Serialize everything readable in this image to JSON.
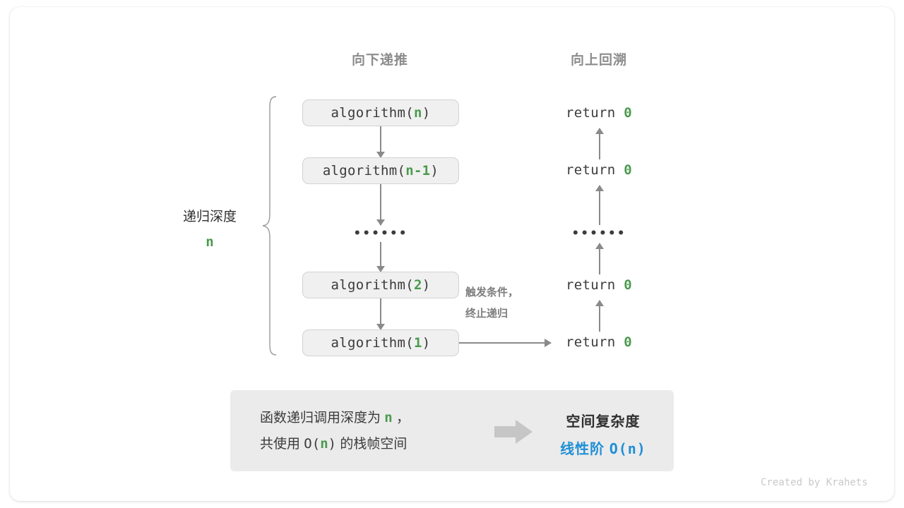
{
  "columns": {
    "down": "向下递推",
    "up": "向上回溯"
  },
  "depth": {
    "label": "递归深度",
    "value": "n"
  },
  "calls": [
    {
      "name": "algorithm(",
      "arg": "n",
      "close": ")"
    },
    {
      "name": "algorithm(",
      "arg": "n-1",
      "close": ")"
    },
    {
      "name": "algorithm(",
      "arg": "2",
      "close": ")"
    },
    {
      "name": "algorithm(",
      "arg": "1",
      "close": ")"
    }
  ],
  "returns": [
    {
      "keyword": "return",
      "value": "0"
    },
    {
      "keyword": "return",
      "value": "0"
    },
    {
      "keyword": "return",
      "value": "0"
    },
    {
      "keyword": "return",
      "value": "0"
    }
  ],
  "ellipsis": "••••••",
  "note": {
    "line1": "触发条件，",
    "line2": "终止递归"
  },
  "summary": {
    "left_line1_a": "函数递归调用深度为",
    "left_line1_n": "n",
    "left_line1_b": "，",
    "left_line2_a": "共使用",
    "left_line2_o": "O(",
    "left_line2_n": "n",
    "left_line2_c": ")",
    "left_line2_b": "的栈帧空间",
    "arrow_icon": "right-arrow-icon",
    "title": "空间复杂度",
    "value_label": "线性阶",
    "value_expr": "O(n)"
  },
  "credit": "Created by Krahets",
  "colors": {
    "green": "#4a9a4e",
    "blue": "#1f8fd6",
    "gray_line": "#8a8a8a",
    "box_fill": "#f0f0f0",
    "box_border": "#d2d2d2",
    "panel_fill": "#ebebeb"
  }
}
